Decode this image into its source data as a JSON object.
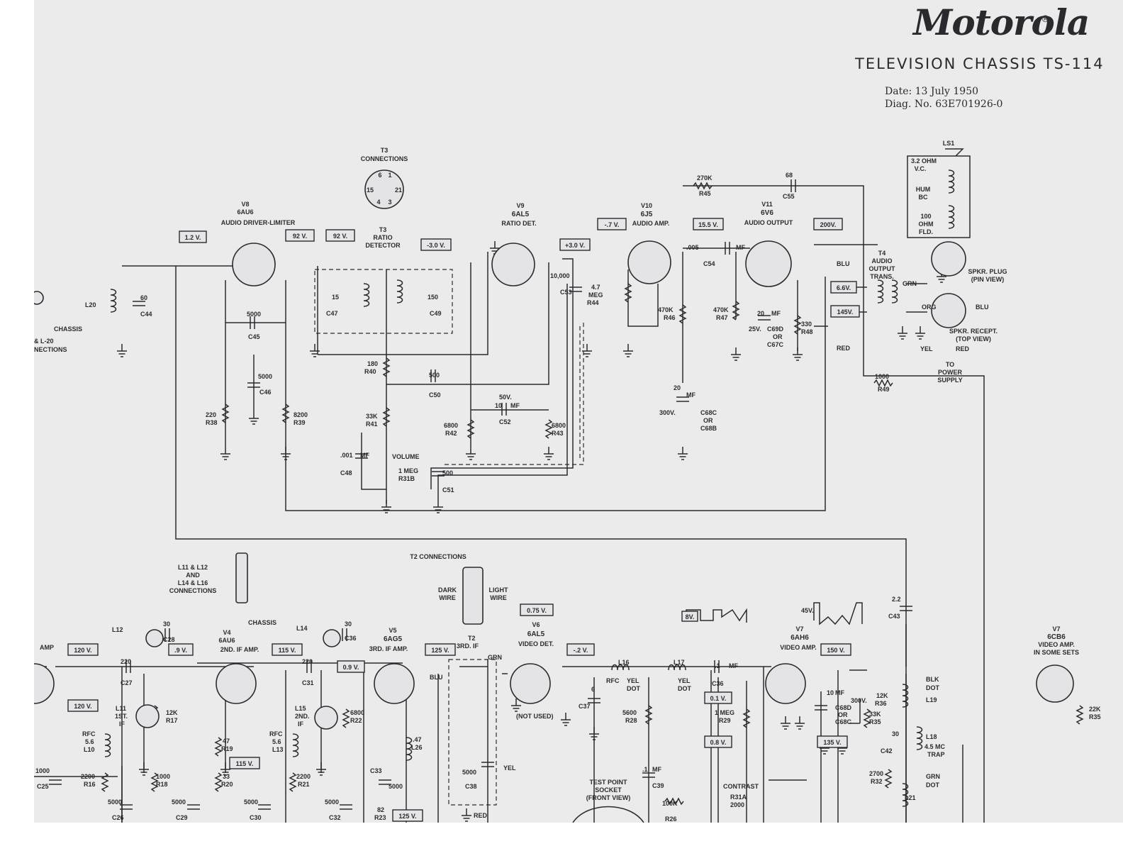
{
  "header": {
    "brand": "Motorola",
    "registered_mark": "®",
    "title": "TELEVISION CHASSIS TS-114",
    "date_line": "Date:  13 July 1950",
    "diag_line": "Diag. No. 63E701926-0"
  },
  "tubes": {
    "v8": {
      "ref": "V8",
      "type": "6AU6",
      "function": "AUDIO DRIVER-LIMITER"
    },
    "v9": {
      "ref": "V9",
      "type": "6AL5",
      "function": "RATIO DET."
    },
    "v10": {
      "ref": "V10",
      "type": "6J5",
      "function": "AUDIO AMP."
    },
    "v11": {
      "ref": "V11",
      "type": "6V6",
      "function": "AUDIO OUTPUT"
    },
    "v4": {
      "ref": "V4",
      "type": "6AU6",
      "function": "2ND. IF AMP."
    },
    "v5": {
      "ref": "V5",
      "type": "6AG5",
      "function": "3RD. IF AMP."
    },
    "v6": {
      "ref": "V6",
      "type": "6AL5",
      "function": "VIDEO DET."
    },
    "v7": {
      "ref": "V7",
      "type": "6AH6",
      "function": "VIDEO AMP."
    },
    "v7_alt": {
      "ref": "V7",
      "type": "6CB6",
      "function": "VIDEO AMP.",
      "note": "IN SOME SETS"
    }
  },
  "voltages": {
    "v8_grid": "1.2 V.",
    "v8_plate": "92 V.",
    "v8_screen": "92 V.",
    "v9_a": "-3.0 V.",
    "v9_b": "+3.0 V.",
    "v10_grid": "-.7 V.",
    "v10_plate": "15.5 V.",
    "v11_plate": "200V.",
    "v11_cathode": "6.6V.",
    "v11_screen": "145V.",
    "v3_plate": "120 V.",
    "v3_screen": "120 V.",
    "v4_cathode": ".9 V.",
    "v4_plate": "115 V.",
    "v4_screen": "115 V.",
    "v5_grid": "0.9 V.",
    "v5_plate": "125 V.",
    "v5_screen": "125 V.",
    "v6_out": "0.75 V.",
    "v6_cathode": "-.2 V.",
    "v7_plate": "150 V.",
    "v7_grid": "0.1 V.",
    "v7_cathode": "0.8 V.",
    "v7_screen": "135 V.",
    "waveform_a": "8V.",
    "waveform_b": "45V."
  },
  "connections": {
    "t3": [
      "T3",
      "CONNECTIONS"
    ],
    "t3_pins": [
      "6",
      "1",
      "15",
      "21",
      "4",
      "3"
    ],
    "t3_detector": [
      "T3",
      "RATIO",
      "DETECTOR"
    ],
    "t2": "T2 CONNECTIONS",
    "t2_left": [
      "DARK",
      "WIRE"
    ],
    "t2_right": [
      "LIGHT",
      "WIRE"
    ],
    "l11": [
      "L11 & L12",
      "AND",
      "L14 & L16",
      "CONNECTIONS"
    ],
    "l20": [
      "CHASSIS",
      "& L-20",
      "NECTIONS"
    ],
    "speaker": [
      "LS1",
      "3.2 OHM",
      "V.C.",
      "HUM",
      "BC",
      "100",
      "OHM",
      "FLD."
    ],
    "speaker_plug": [
      "SPKR. PLUG",
      "(PIN VIEW)"
    ],
    "speaker_recept": [
      "SPKR. RECEPT.",
      "(TOP VIEW)"
    ],
    "power": [
      "TO",
      "POWER",
      "SUPPLY"
    ],
    "t4": [
      "T4",
      "AUDIO",
      "OUTPUT",
      "TRANS."
    ],
    "test_point": [
      "TEST POINT",
      "SOCKET",
      "(FRONT VIEW)"
    ],
    "wire_colors": [
      "BLU",
      "GRN",
      "BLU",
      "ORG",
      "RED",
      "YEL",
      "RED",
      "GRN",
      "YEL",
      "RED",
      "BLU"
    ]
  },
  "components": {
    "l20": "L20",
    "c44": [
      "60",
      "C44"
    ],
    "c47": [
      "15",
      "C47"
    ],
    "c49": [
      "150",
      "C49"
    ],
    "c45": [
      "5000",
      "C45"
    ],
    "c46": [
      "5000",
      "C46"
    ],
    "r38": [
      "220",
      "R38"
    ],
    "r39": [
      "8200",
      "R39"
    ],
    "r40": [
      "180",
      "R40"
    ],
    "r41": [
      "33K",
      "R41"
    ],
    "c50": [
      "500",
      "C50"
    ],
    "c52": [
      "50V.",
      "10",
      "MF",
      "C52"
    ],
    "r42": [
      "6800",
      "R42"
    ],
    "r43": [
      "6800",
      "R43"
    ],
    "c48": [
      ".001",
      "MF",
      "C48"
    ],
    "volume": [
      "VOLUME",
      "1 MEG",
      "R31B"
    ],
    "c51": [
      "500",
      "C51"
    ],
    "c53": [
      "10,000",
      "C53"
    ],
    "r44": [
      "4.7",
      "MEG",
      "R44"
    ],
    "r46": [
      "470K",
      "R46"
    ],
    "r45": [
      "270K",
      "R45"
    ],
    "c55": [
      "68",
      "C55"
    ],
    "c54": [
      ".005",
      "MF",
      "C54"
    ],
    "r47": [
      "470K",
      "R47"
    ],
    "c69": [
      "20",
      "MF",
      "25V.",
      "C69D",
      "OR",
      "C67C"
    ],
    "r48": [
      "330",
      "R48"
    ],
    "c68": [
      "20",
      "MF",
      "300V.",
      "C68C",
      "OR",
      "C68B"
    ],
    "r49": [
      "1000",
      "R49"
    ],
    "c43": [
      "2.2",
      "C43"
    ],
    "l12": "L12",
    "c28": [
      "30",
      "C28"
    ],
    "l14": "L14",
    "c36": [
      "30",
      "C36"
    ],
    "c27": [
      "220",
      "C27"
    ],
    "c31": [
      "220",
      "C31"
    ],
    "l11": [
      "L11",
      "1ST.",
      "IF"
    ],
    "r17": [
      "12K",
      "R17"
    ],
    "l10": [
      "RFC",
      "5.6",
      "L10"
    ],
    "r16": [
      "2200",
      "R16"
    ],
    "r18": [
      "1000",
      "R18"
    ],
    "c25": [
      "1000",
      "C25"
    ],
    "c26": [
      "5000",
      "C26"
    ],
    "c29": [
      "5000",
      "C29"
    ],
    "r19": [
      "47",
      "R19"
    ],
    "r20": [
      "33",
      "R20"
    ],
    "l13": [
      "RFC",
      "5.6",
      "L13"
    ],
    "r21": [
      "2200",
      "R21"
    ],
    "c30": [
      "5000",
      "C30"
    ],
    "l15": [
      "L15",
      "2ND.",
      "IF"
    ],
    "r22": [
      "6800",
      "R22"
    ],
    "c32": [
      "5000",
      "C32"
    ],
    "l26": [
      ".47",
      "L26"
    ],
    "c33": [
      "5000",
      "C33"
    ],
    "r23": [
      "82",
      "R23"
    ],
    "t2": [
      "T2",
      "3RD. IF"
    ],
    "c38": [
      "5000",
      "C38"
    ],
    "c37": [
      "6",
      "C37"
    ],
    "l16": [
      "L16",
      "RFC",
      "YEL",
      "DOT"
    ],
    "r28": [
      "5600",
      "R28"
    ],
    "l17": [
      "L17",
      "YEL",
      "DOT"
    ],
    "c39": [
      ".1",
      "MF",
      "C39"
    ],
    "c36b": [
      ".1",
      "MF",
      "C36"
    ],
    "r29": [
      "1 MEG",
      "R29"
    ],
    "contrast": [
      "CONTRAST",
      "R31A",
      "2000"
    ],
    "r26": [
      "100K",
      "R26"
    ],
    "c68b": [
      "10",
      "MF",
      "300V.",
      "C68D",
      "OR",
      "C68C"
    ],
    "r36": [
      "12K",
      "R36"
    ],
    "r35": [
      "33K",
      "R35"
    ],
    "l19": [
      "BLK",
      "DOT",
      "L19"
    ],
    "c42": [
      "30",
      "C42"
    ],
    "l18": [
      "L18",
      "4.5 MC",
      "TRAP"
    ],
    "r32": [
      "2700",
      "R32"
    ],
    "l21": [
      "L21",
      "GRN",
      "DOT"
    ],
    "r35b": [
      "22K",
      "R35"
    ],
    "amp": "AMP",
    "not_used": "(NOT USED)"
  }
}
